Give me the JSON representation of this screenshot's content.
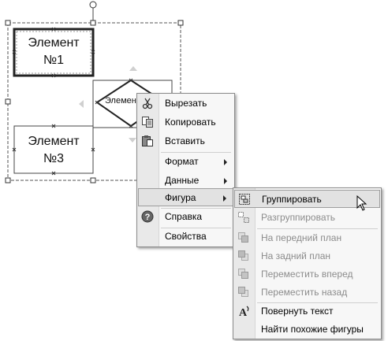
{
  "canvas": {
    "shapes": [
      {
        "id": "shape1",
        "line1": "Элемент",
        "line2": "№1"
      },
      {
        "id": "shape3",
        "line1": "Элемент",
        "line2": "№3"
      },
      {
        "id": "shape2",
        "line1": "Элемен"
      }
    ]
  },
  "context_menu": {
    "items": [
      {
        "label": "Вырезать",
        "icon": "scissors-icon",
        "underline": "В"
      },
      {
        "label": "Копировать",
        "icon": "copy-icon",
        "underline": "К"
      },
      {
        "label": "Вставить",
        "icon": "paste-icon",
        "underline": "а"
      },
      {
        "label": "Формат",
        "submenu": true,
        "underline": "Ф"
      },
      {
        "label": "Данные",
        "submenu": true,
        "underline": "Д"
      },
      {
        "label": "Фигура",
        "submenu": true,
        "highlighted": true,
        "underline": "и"
      },
      {
        "label": "Справка",
        "icon": "help-icon",
        "underline": "С"
      },
      {
        "label": "Свойства",
        "underline": "в"
      }
    ]
  },
  "submenu": {
    "items": [
      {
        "label": "Группировать",
        "icon": "group-icon",
        "highlighted": true
      },
      {
        "label": "Разгруппировать",
        "icon": "ungroup-icon",
        "disabled": true
      },
      {
        "label": "На передний план",
        "icon": "bring-front-icon",
        "disabled": true
      },
      {
        "label": "На задний план",
        "icon": "send-back-icon",
        "disabled": true
      },
      {
        "label": "Переместить вперед",
        "icon": "bring-forward-icon",
        "disabled": true
      },
      {
        "label": "Переместить назад",
        "icon": "send-backward-icon",
        "disabled": true
      },
      {
        "label": "Повернуть текст",
        "icon": "rotate-text-icon"
      },
      {
        "label": "Найти похожие фигуры",
        "icon": ""
      }
    ]
  }
}
